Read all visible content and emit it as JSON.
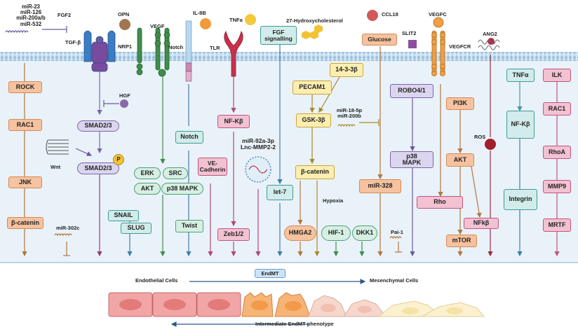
{
  "membrane": {
    "mirna_cluster": "miR-23\nmiR-126\nmiR-200a/b\nmiR-532",
    "fgf2": "FGF2",
    "tgfb": "TGF-β",
    "opn": "OPN",
    "vegf": "VEGF",
    "nrp1": "NRP1",
    "notch_receptor": "Notch",
    "il8": "IL-8B",
    "tnfa_ligand": "TNFa",
    "tlr": "TLR",
    "fgf_signalling": "FGF\nsignalling",
    "hydroxycholesterol": "27-Hydroxycholesterol",
    "ccl18": "CCL18",
    "glucose": "Glucose",
    "slit2": "SLIT2",
    "vegfc": "VEGFC",
    "vegfcr": "VEGFCR",
    "ang2": "ANG2"
  },
  "nodes": {
    "rock": "ROCK",
    "rac1_left": "RAC1",
    "jnk": "JNK",
    "bcatenin_left": "β-catenin",
    "hgf": "HGF",
    "smad23_top": "SMAD2/3",
    "smad23_p": "SMAD2/3",
    "phospho": "P",
    "wnt": "Wnt",
    "snail": "SNAIL",
    "slug": "SLUG",
    "mir302c": "miR-302c",
    "erk": "ERK",
    "src": "SRC",
    "akt_left": "AKT",
    "p38mapk_mid": "p38 MAPK",
    "notch_box": "Notch",
    "twist": "Twist",
    "ve_cadherin": "VE-\nCadherin",
    "nfkb_mid": "NF-Kβ",
    "zeb12": "Zeb1/2",
    "mir92a": "miR-92a-3p\nLnc-MMP2-2",
    "let7": "let-7",
    "pecam1": "PECAM1",
    "gsk3b": "GSK-3β",
    "bcatenin_mid": "β-catenin",
    "hmga2": "HMGA2",
    "b143": "14-3-3β",
    "mir18": "miR-18-5p\nmiR-200b",
    "hypoxia": "Hypoxia",
    "hif1": "HIF-1",
    "dkk1": "DKK1",
    "mir328": "miR-328",
    "pai1": "Pai-1",
    "robo41": "ROBO4/1",
    "p38mapk_right": "p38\nMAPK",
    "pi3k": "PI3K",
    "akt_right": "AKT",
    "rho": "Rho",
    "ros": "ROS",
    "nfkb_right": "NFkβ",
    "mtor": "mTOR",
    "tnfa_box": "TNFα",
    "nfkb_far": "NF-Kβ",
    "integrin": "Integrin",
    "ilk": "ILK",
    "rac1_right": "RAC1",
    "rhoa": "RhoA",
    "mmp9": "MMP9",
    "mrtf": "MRTF"
  },
  "bottom": {
    "endmt": "EndMT",
    "endothelial": "Endothelial Cells",
    "mesenchymal": "Mesenchymal Cells",
    "intermediate": "Intermediate EndMT phenotype"
  },
  "colors": {
    "orange": "#f6c29f",
    "green": "#d6efe2",
    "purple": "#dcd5ee",
    "pink": "#f2c1d2",
    "yellow": "#fbeeb0",
    "teal": "#d1ecea",
    "membrane": "#c9dff0",
    "cytoplasm": "#e8f1f8"
  }
}
